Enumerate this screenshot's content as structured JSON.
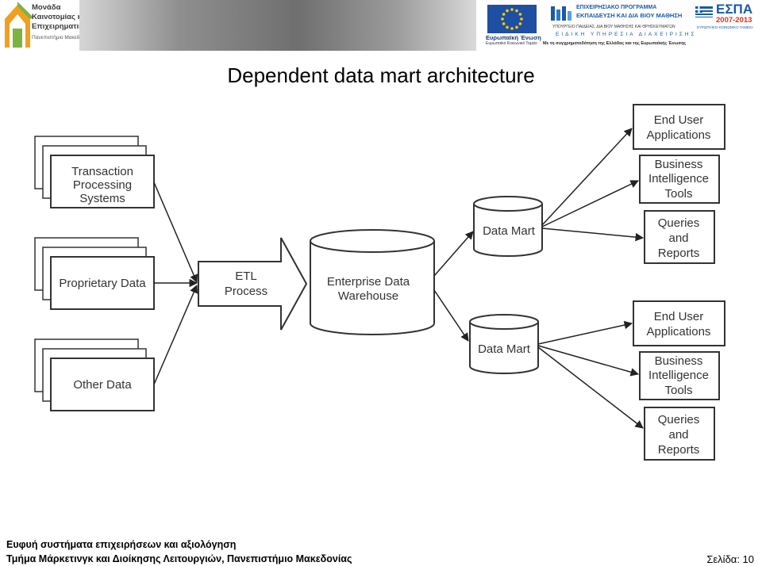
{
  "header": {
    "left_logo": {
      "lines": [
        "Μονάδα",
        "Καινοτομίας και",
        "Επιχειρηματικότητας",
        "Πανεπιστήμιο Μακεδονίας"
      ]
    },
    "eu": {
      "label": "Ευρωπαϊκή Ένωση",
      "sublabel": "Ευρωπαϊκό Κοινωνικό Ταμείο"
    },
    "program": {
      "line1": "ΕΠΙΧΕΙΡΗΣΙΑΚΟ ΠΡΟΓΡΑΜΜΑ",
      "line2": "ΕΚΠΑΙΔΕΥΣΗ ΚΑΙ ΔΙΑ ΒΙΟΥ ΜΑΘΗΣΗ",
      "ministry": "ΥΠΟΥΡΓΕΙΟ ΠΑΙΔΕΙΑΣ, ΔΙΑ ΒΙΟΥ ΜΑΘΗΣΗΣ ΚΑΙ ΘΡΗΣΚΕΥΜΑΤΩΝ",
      "service": "ΕΙΔΙΚΗ ΥΠΗΡΕΣΙΑ ΔΙΑΧΕΙΡΙΣΗΣ"
    },
    "espa": {
      "name": "ΕΣΠΑ",
      "years": "2007-2013",
      "tag": "ΕΥΡΩΠΑΪΚΟ ΚΟΙΝΩΝΙΚΟ ΤΑΜΕΙΟ"
    },
    "cofund": "Με τη συγχρηματοδότηση της Ελλάδας και της Ευρωπαϊκής Ένωσης",
    "colors": {
      "eu_blue": "#1f4fa3",
      "eu_star": "#f4d000",
      "logo_orange": "#f0a020",
      "logo_green": "#7cb342",
      "espa_blue": "#1a5aa8",
      "espa_red": "#e0301e"
    }
  },
  "title": "Dependent data mart architecture",
  "diagram": {
    "sources": [
      {
        "label": [
          "Transaction",
          "Processing",
          "Systems"
        ]
      },
      {
        "label": [
          "Proprietary Data"
        ]
      },
      {
        "label": [
          "Other Data"
        ]
      }
    ],
    "etl": [
      "ETL",
      "Process"
    ],
    "warehouse": [
      "Enterprise Data",
      "Warehouse"
    ],
    "marts": [
      "Data Mart",
      "Data Mart"
    ],
    "outputs": [
      {
        "label": [
          "End User",
          "Applications"
        ]
      },
      {
        "label": [
          "Business",
          "Intelligence",
          "Tools"
        ]
      },
      {
        "label": [
          "Queries",
          "and",
          "Reports"
        ]
      },
      {
        "label": [
          "End User",
          "Applications"
        ]
      },
      {
        "label": [
          "Business",
          "Intelligence",
          "Tools"
        ]
      },
      {
        "label": [
          "Queries",
          "and",
          "Reports"
        ]
      }
    ]
  },
  "footer": {
    "line1": "Ευφυή συστήματα επιχειρήσεων και αξιολόγηση",
    "line2": "Τμήμα Μάρκετινγκ και Διοίκησης Λειτουργιών, Πανεπιστήμιο Μακεδονίας",
    "page_label": "Σελίδα: 10"
  }
}
